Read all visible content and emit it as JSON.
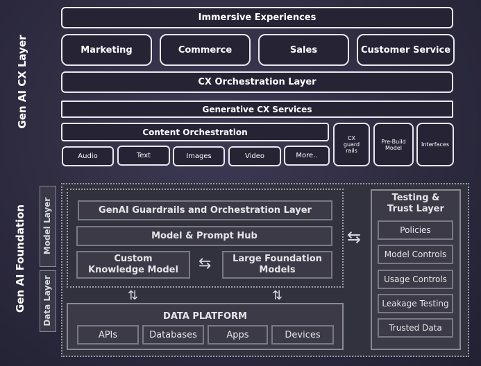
{
  "cx_layer": {
    "side_label": "Gen AI CX Layer",
    "immersive": "Immersive Experiences",
    "channels": [
      "Marketing",
      "Commerce",
      "Sales",
      "Customer Service"
    ],
    "orchestration_layer": "CX Orchestration Layer",
    "generative_services": "Generative CX Services",
    "content_orchestration": "Content Orchestration",
    "content_types": [
      "Audio",
      "Text",
      "Images",
      "Video",
      "More.."
    ],
    "cx_guardrails": "CX guard rails",
    "prebuild_model": "Pre-Build Model",
    "interfaces": "Interfaces"
  },
  "foundation": {
    "side_label": "Gen AI Foundation",
    "model_layer_label": "Model Layer",
    "data_layer_label": "Data Layer",
    "guardrails": "GenAI Guardrails and Orchestration Layer",
    "model_hub": "Model & Prompt Hub",
    "custom_knowledge": "Custom Knowledge Model",
    "large_foundation": "Large Foundation Models",
    "data_platform": "DATA PLATFORM",
    "data_items": [
      "APIs",
      "Databases",
      "Apps",
      "Devices"
    ],
    "testing_title": "Testing & Trust Layer",
    "testing_items": [
      "Policies",
      "Model Controls",
      "Usage Controls",
      "Leakage Testing",
      "Trusted Data"
    ]
  }
}
